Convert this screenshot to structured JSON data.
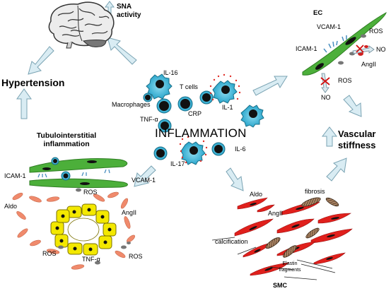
{
  "labels": {
    "sna_activity": "SNA\nactivity",
    "hypertension": "Hypertension",
    "tubulo": "Tubulointerstitial\ninflammation",
    "ec": "EC",
    "vcam_top": "VCAM-1",
    "icam_top": "ICAM-1",
    "ros_ec1": "ROS",
    "ros_ec2": "ROS",
    "no_right": "NO",
    "angii_ec": "AngII",
    "no_bottom": "NO",
    "vascular": "Vascular\nstiffness",
    "il16": "IL-16",
    "tcells": "T cells",
    "macrophages": "Macrophages",
    "crp": "CRP",
    "il1": "IL-1",
    "tnf_center": "TNF-α",
    "inflammation": "INFLAMMATION",
    "il6": "IL-6",
    "il17": "IL-17",
    "icam_left": "ICAM-1",
    "vcam_left": "VCAM-1",
    "ros_k1": "ROS",
    "aldo_left": "Aldo",
    "angii_left": "AngII",
    "ros_k2": "ROS",
    "tnf_left": "TNF-α",
    "ros_k3": "ROS",
    "aldo_smc": "Aldo",
    "fibrosis": "fibrosis",
    "angii_smc": "AngII",
    "calcification": "calcification",
    "elastin": "Elastin\nfragments",
    "smc": "SMC"
  },
  "colors": {
    "arrow_fill": "#d9ecf3",
    "arrow_stroke": "#7aa3b3",
    "immune_cell": "#4fc3e0",
    "endothelium": "#4caf3a",
    "smc_red": "#e0201c",
    "tubule_yellow": "#f3e800",
    "fibroblast": "#f08a6c"
  }
}
